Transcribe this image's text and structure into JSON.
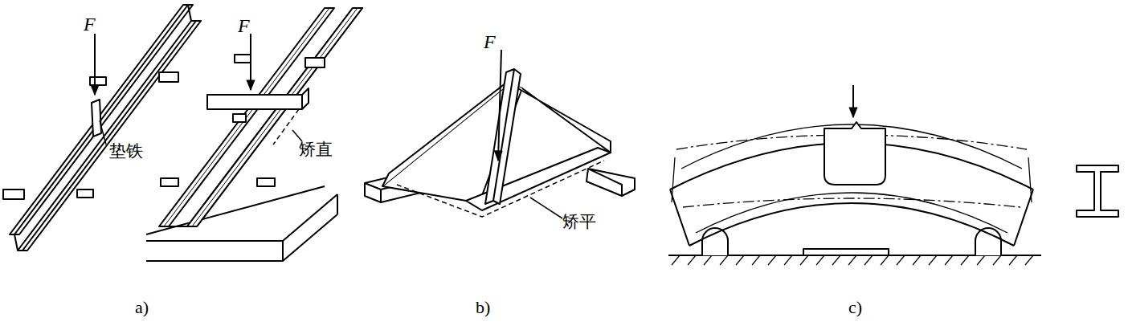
{
  "diagram": {
    "labels": [
      "F",
      "F",
      "垫铁",
      "矫直",
      "F",
      "矫平",
      "a)",
      "b)",
      "c)"
    ]
  }
}
